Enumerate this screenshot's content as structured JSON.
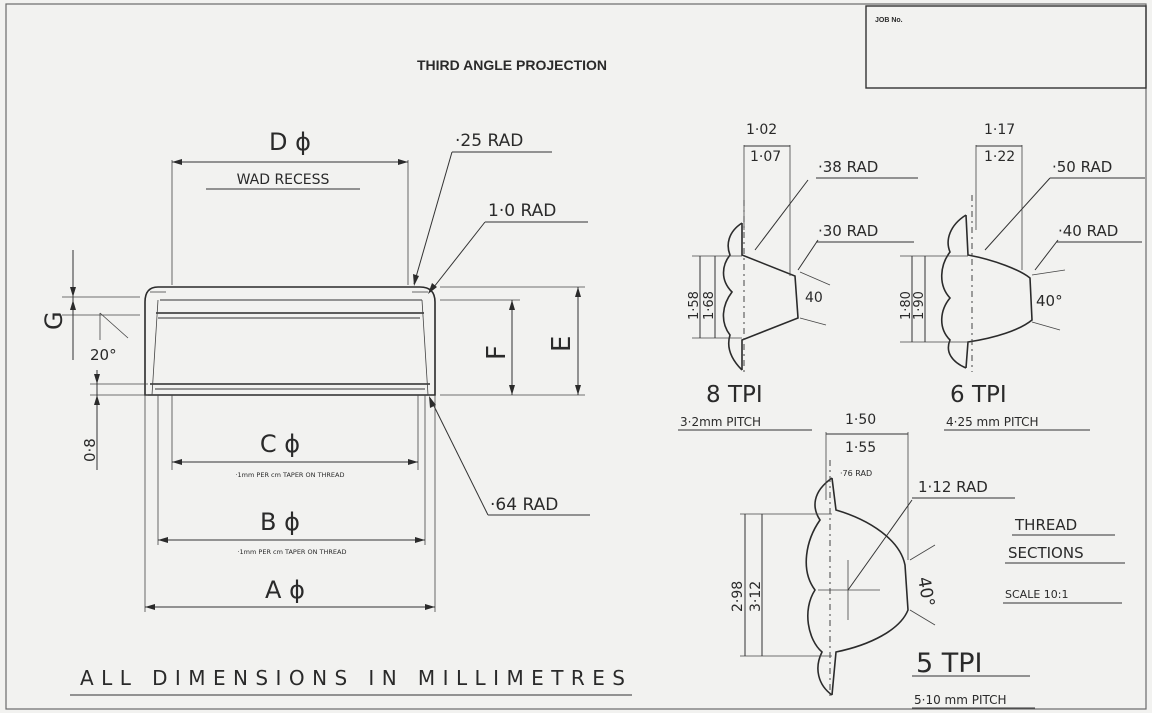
{
  "header": {
    "projection_title": "THIRD ANGLE PROJECTION",
    "job_no_label": "JOB No."
  },
  "wad_recess": {
    "dim_d": "D ϕ",
    "recess_label": "WAD RECESS",
    "rad_25": "·25 RAD",
    "rad_10": "1·0 RAD",
    "dim_g": "G",
    "angle_20": "20°",
    "dim_f": "F",
    "dim_e": "E",
    "dim_08": "0·8",
    "dim_c": "C ϕ",
    "taper_c": "·1mm PER cm TAPER ON THREAD",
    "rad_64": "·64 RAD",
    "dim_b": "B ϕ",
    "taper_b": "·1mm PER cm TAPER ON THREAD",
    "dim_a": "A ϕ"
  },
  "thread_8tpi": {
    "dim_top_a": "1·02",
    "dim_top_b": "1·07",
    "rad_a": "·38 RAD",
    "rad_b": "·30 RAD",
    "depth_a": "1·58",
    "depth_b": "1·68",
    "angle": "40",
    "tpi_label": "8 TPI",
    "pitch": "3·2mm PITCH"
  },
  "thread_6tpi": {
    "dim_top_a": "1·17",
    "dim_top_b": "1·22",
    "rad_a": "·50 RAD",
    "rad_b": "·40 RAD",
    "depth_a": "1·80",
    "depth_b": "1·90",
    "angle": "40°",
    "tpi_label": "6 TPI",
    "pitch": "4·25 mm PITCH"
  },
  "thread_5tpi": {
    "dim_top_a": "1·50",
    "dim_top_b": "1·55",
    "rad_a": "·76 RAD",
    "rad_b": "1·12 RAD",
    "depth_a": "2·98",
    "depth_b": "3·12",
    "angle": "40°",
    "tpi_label": "5 TPI",
    "pitch": "5·10 mm PITCH"
  },
  "thread_sections": {
    "line1": "THREAD",
    "line2": "SECTIONS",
    "scale": "SCALE 10:1"
  },
  "footer": {
    "note": "ALL DIMENSIONS IN MILLIMETRES"
  }
}
